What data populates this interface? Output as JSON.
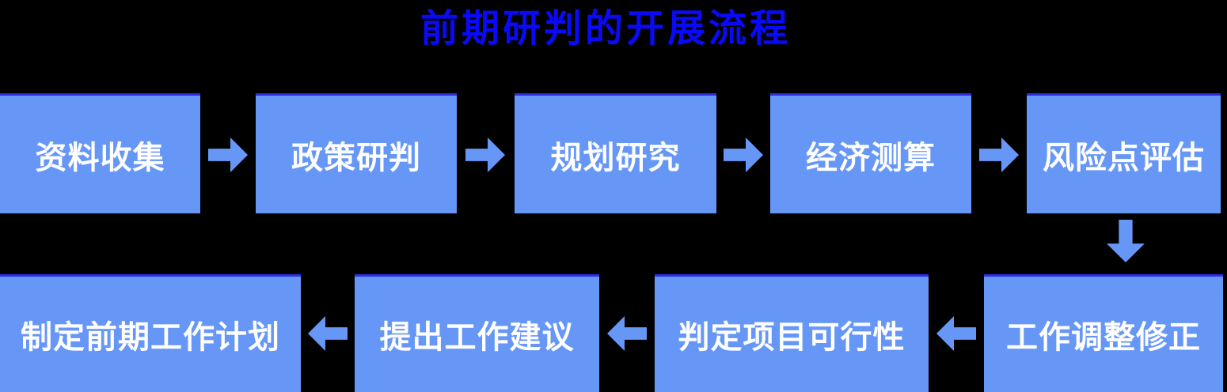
{
  "title": "前期研判的开展流程",
  "colors": {
    "background": "#000000",
    "title_text": "#0a0af8",
    "box_fill": "#6797f6",
    "box_top_border": "#2d2de0",
    "box_text": "#ffffff",
    "arrow_fill": "#6797f6"
  },
  "flow": {
    "top_row": [
      {
        "label": "资料收集"
      },
      {
        "label": "政策研判"
      },
      {
        "label": "规划研究"
      },
      {
        "label": "经济测算"
      },
      {
        "label": "风险点评估"
      }
    ],
    "bottom_row": [
      {
        "label": "工作调整修正"
      },
      {
        "label": "判定项目可行性"
      },
      {
        "label": "提出工作建议"
      },
      {
        "label": "制定前期工作计划"
      }
    ]
  }
}
